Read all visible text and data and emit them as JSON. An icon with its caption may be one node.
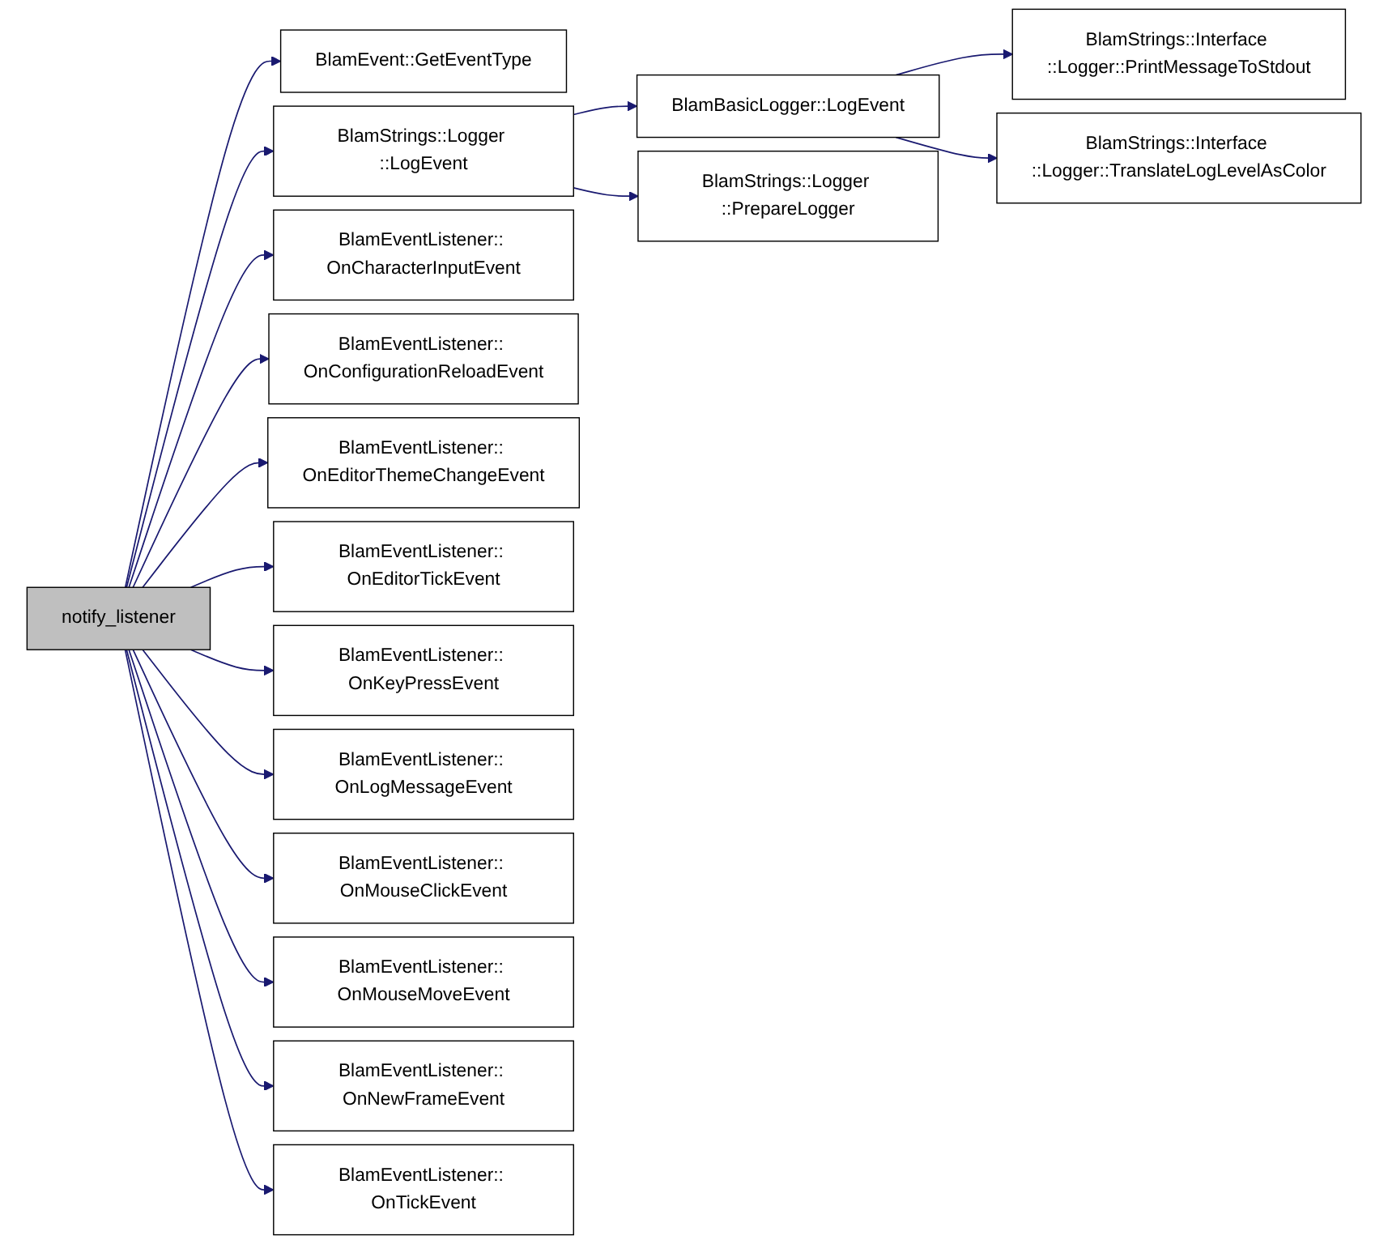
{
  "diagram": {
    "nodes": [
      {
        "text": [
          "notify_listener"
        ]
      },
      {
        "text": [
          "BlamEvent::GetEventType"
        ]
      },
      {
        "text": [
          "BlamStrings::Logger ::LogEvent"
        ]
      },
      {
        "text": [
          "BlamBasicLogger::LogEvent"
        ]
      },
      {
        "text": [
          "BlamStrings::Interface ::Logger::PrintMessageToStdout"
        ]
      },
      {
        "text": [
          "BlamStrings::Interface ::Logger::TranslateLogLevelAsColor"
        ]
      },
      {
        "text": [
          "BlamStrings::Logger ::PrepareLogger"
        ]
      },
      {
        "text": [
          "BlamEventListener:: OnCharacterInputEvent"
        ]
      },
      {
        "text": [
          "BlamEventListener:: OnConfigurationReloadEvent"
        ]
      },
      {
        "text": [
          "BlamEventListener:: OnEditorThemeChangeEvent"
        ]
      },
      {
        "text": [
          "BlamEventListener:: OnEditorTickEvent"
        ]
      },
      {
        "text": [
          "BlamEventListener:: OnKeyPressEvent"
        ]
      },
      {
        "text": [
          "BlamEventListener:: OnLogMessageEvent"
        ]
      },
      {
        "text": [
          "BlamEventListener:: OnMouseClickEvent"
        ]
      },
      {
        "text": [
          "BlamEventListener:: OnMouseMoveEvent"
        ]
      },
      {
        "text": [
          "BlamEventListener:: OnNewFrameEvent"
        ]
      },
      {
        "text": [
          "BlamEventListener:: OnTickEvent"
        ]
      }
    ],
    "edges": [
      {
        "from": 0,
        "to": 1,
        "arrow": "to"
      },
      {
        "from": 0,
        "to": 2,
        "arrow": "to"
      },
      {
        "from": 2,
        "to": 3,
        "arrow": "to"
      },
      {
        "from": 3,
        "to": 4,
        "arrow": "to"
      },
      {
        "from": 3,
        "to": 5,
        "arrow": "to"
      },
      {
        "from": 2,
        "to": 6,
        "arrow": "to"
      },
      {
        "from": 0,
        "to": 7,
        "arrow": "to"
      },
      {
        "from": 0,
        "to": 8,
        "arrow": "to"
      },
      {
        "from": 0,
        "to": 9,
        "arrow": "to"
      },
      {
        "from": 0,
        "to": 10,
        "arrow": "to"
      },
      {
        "from": 0,
        "to": 11,
        "arrow": "to"
      },
      {
        "from": 0,
        "to": 12,
        "arrow": "to"
      },
      {
        "from": 0,
        "to": 13,
        "arrow": "to"
      },
      {
        "from": 0,
        "to": 14,
        "arrow": "to"
      },
      {
        "from": 0,
        "to": 15,
        "arrow": "to"
      },
      {
        "from": 0,
        "to": 16,
        "arrow": "to"
      }
    ]
  }
}
